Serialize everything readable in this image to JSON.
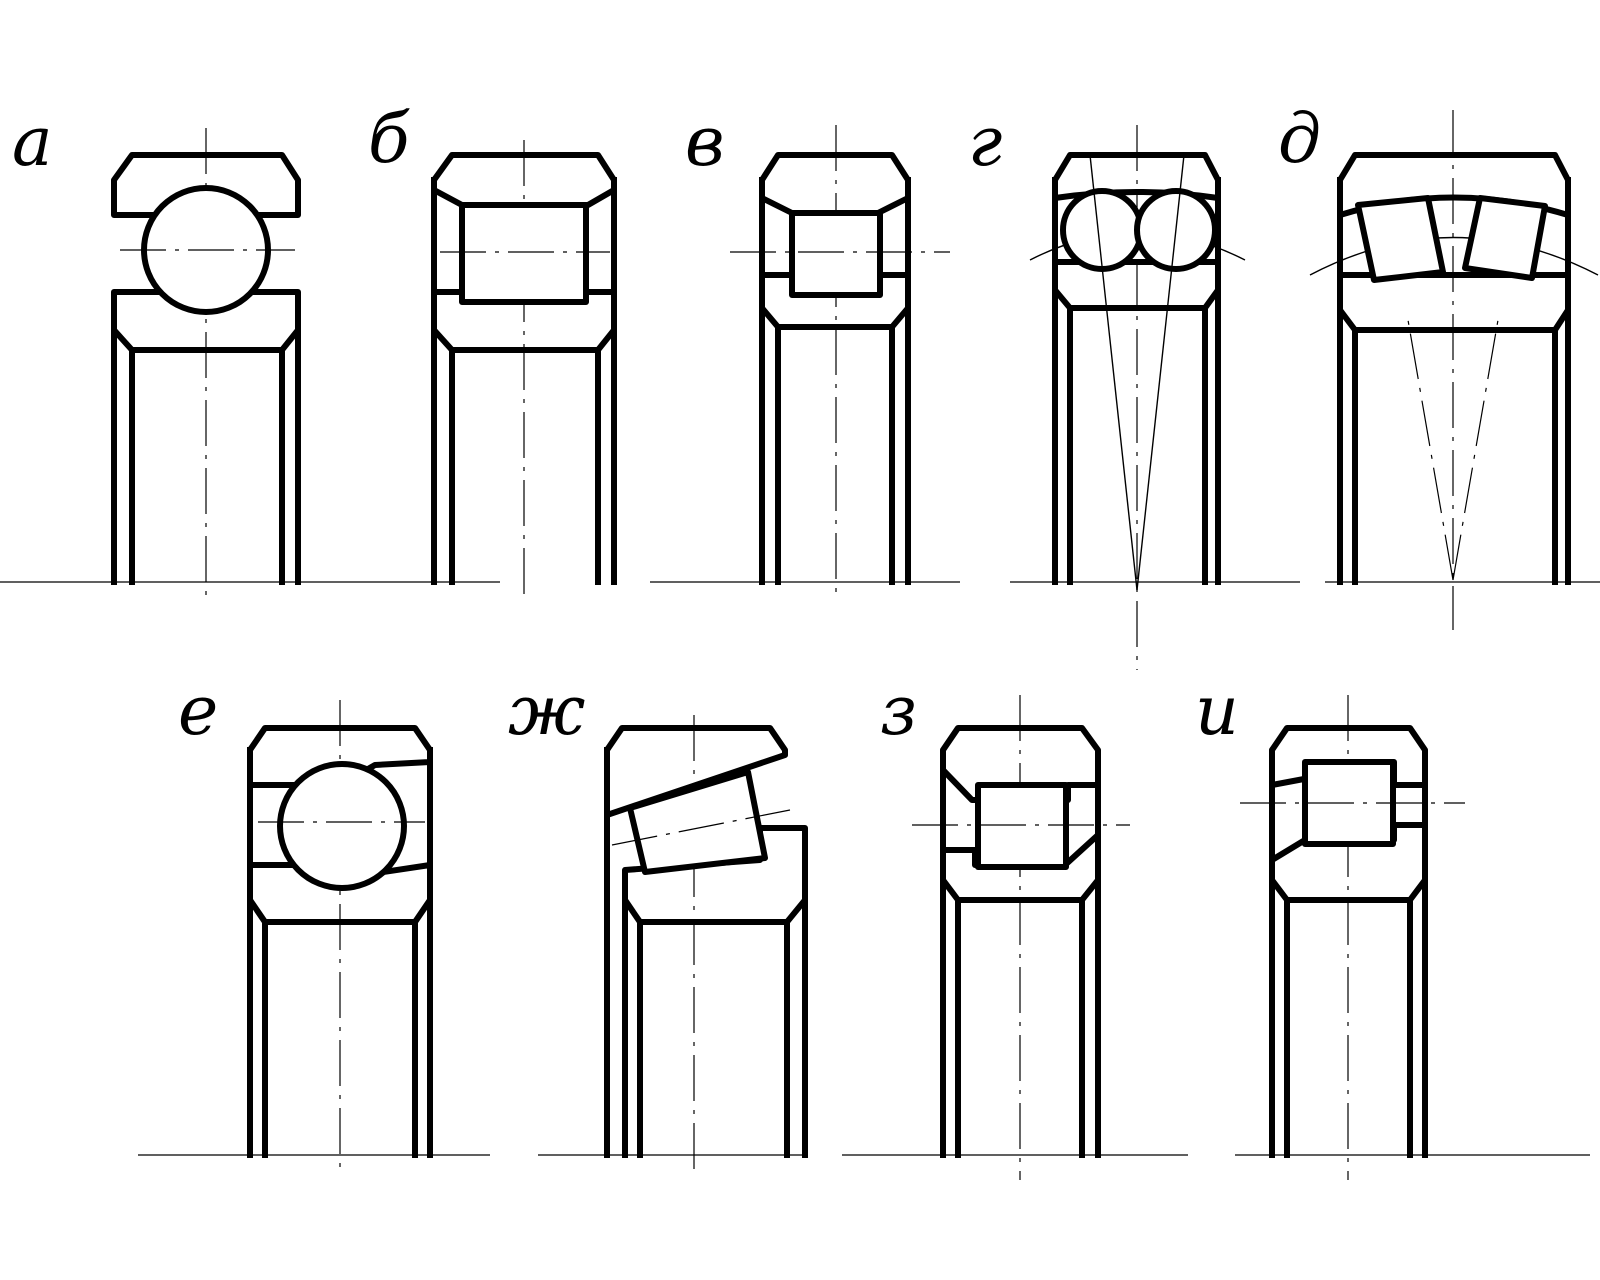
{
  "labels": {
    "a": "а",
    "b": "б",
    "v": "в",
    "g": "г",
    "d": "д",
    "e": "е",
    "zh": "ж",
    "z": "з",
    "i": "и"
  }
}
